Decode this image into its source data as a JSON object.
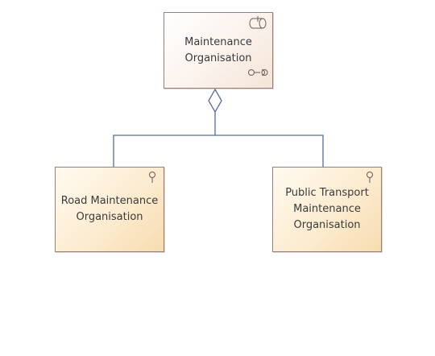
{
  "diagram": {
    "nodes": {
      "parent": {
        "label": "Maintenance\nOrganisation",
        "icons": [
          "business-role-icon",
          "interface-link-icon"
        ]
      },
      "child_left": {
        "label": "Road Maintenance\nOrganisation",
        "icons": [
          "role-pin-icon"
        ]
      },
      "child_right": {
        "label": "Public Transport\nMaintenance\nOrganisation",
        "icons": [
          "role-pin-icon"
        ]
      }
    },
    "relationships": [
      {
        "type": "aggregation",
        "from": "child_left",
        "to": "parent"
      },
      {
        "type": "aggregation",
        "from": "child_right",
        "to": "parent"
      }
    ],
    "colors": {
      "line": "#5a6a95",
      "border": "#9a7f75",
      "parent_fill": "#fbf2ec",
      "child_fill": "#fcecd0",
      "text": "#3a3a3a"
    }
  }
}
